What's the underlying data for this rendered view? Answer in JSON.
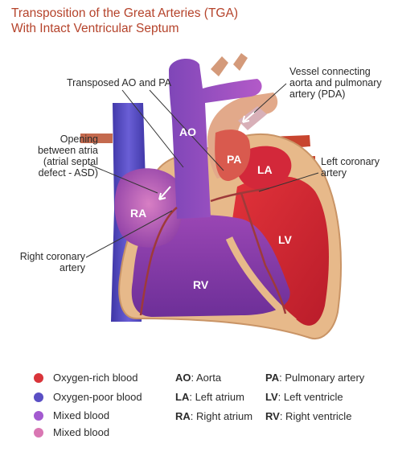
{
  "title": {
    "line1": "Transposition of the Great Arteries (TGA)",
    "line2": "With Intact Ventricular Septum"
  },
  "callouts": {
    "transposed": "Transposed AO and PA",
    "pda_1": "Vessel connecting",
    "pda_2": "aorta and pulmonary",
    "pda_3": "artery (PDA)",
    "asd_1": "Opening",
    "asd_2": "between atria",
    "asd_3": "(atrial septal",
    "asd_4": "defect - ASD)",
    "lca_1": "Left coronary",
    "lca_2": "artery",
    "rca_1": "Right coronary",
    "rca_2": "artery"
  },
  "heart_labels": {
    "ao": "AO",
    "pa": "PA",
    "la": "LA",
    "ra": "RA",
    "lv": "LV",
    "rv": "RV"
  },
  "legend": [
    {
      "label": "Oxygen-rich blood",
      "color": "#d9343a"
    },
    {
      "label": "Oxygen-poor blood",
      "color": "#5a4fc4"
    },
    {
      "label": "Mixed blood",
      "color": "#a35ad0"
    },
    {
      "label": "Mixed blood",
      "color": "#d977b3"
    }
  ],
  "abbreviations": [
    {
      "abbr": "AO",
      "text": ": Aorta"
    },
    {
      "abbr": "PA",
      "text": ": Pulmonary artery"
    },
    {
      "abbr": "LA",
      "text": ": Left atrium"
    },
    {
      "abbr": "LV",
      "text": ": Left ventricle"
    },
    {
      "abbr": "RA",
      "text": ": Right atrium"
    },
    {
      "abbr": "RV",
      "text": ": Right ventricle"
    }
  ]
}
